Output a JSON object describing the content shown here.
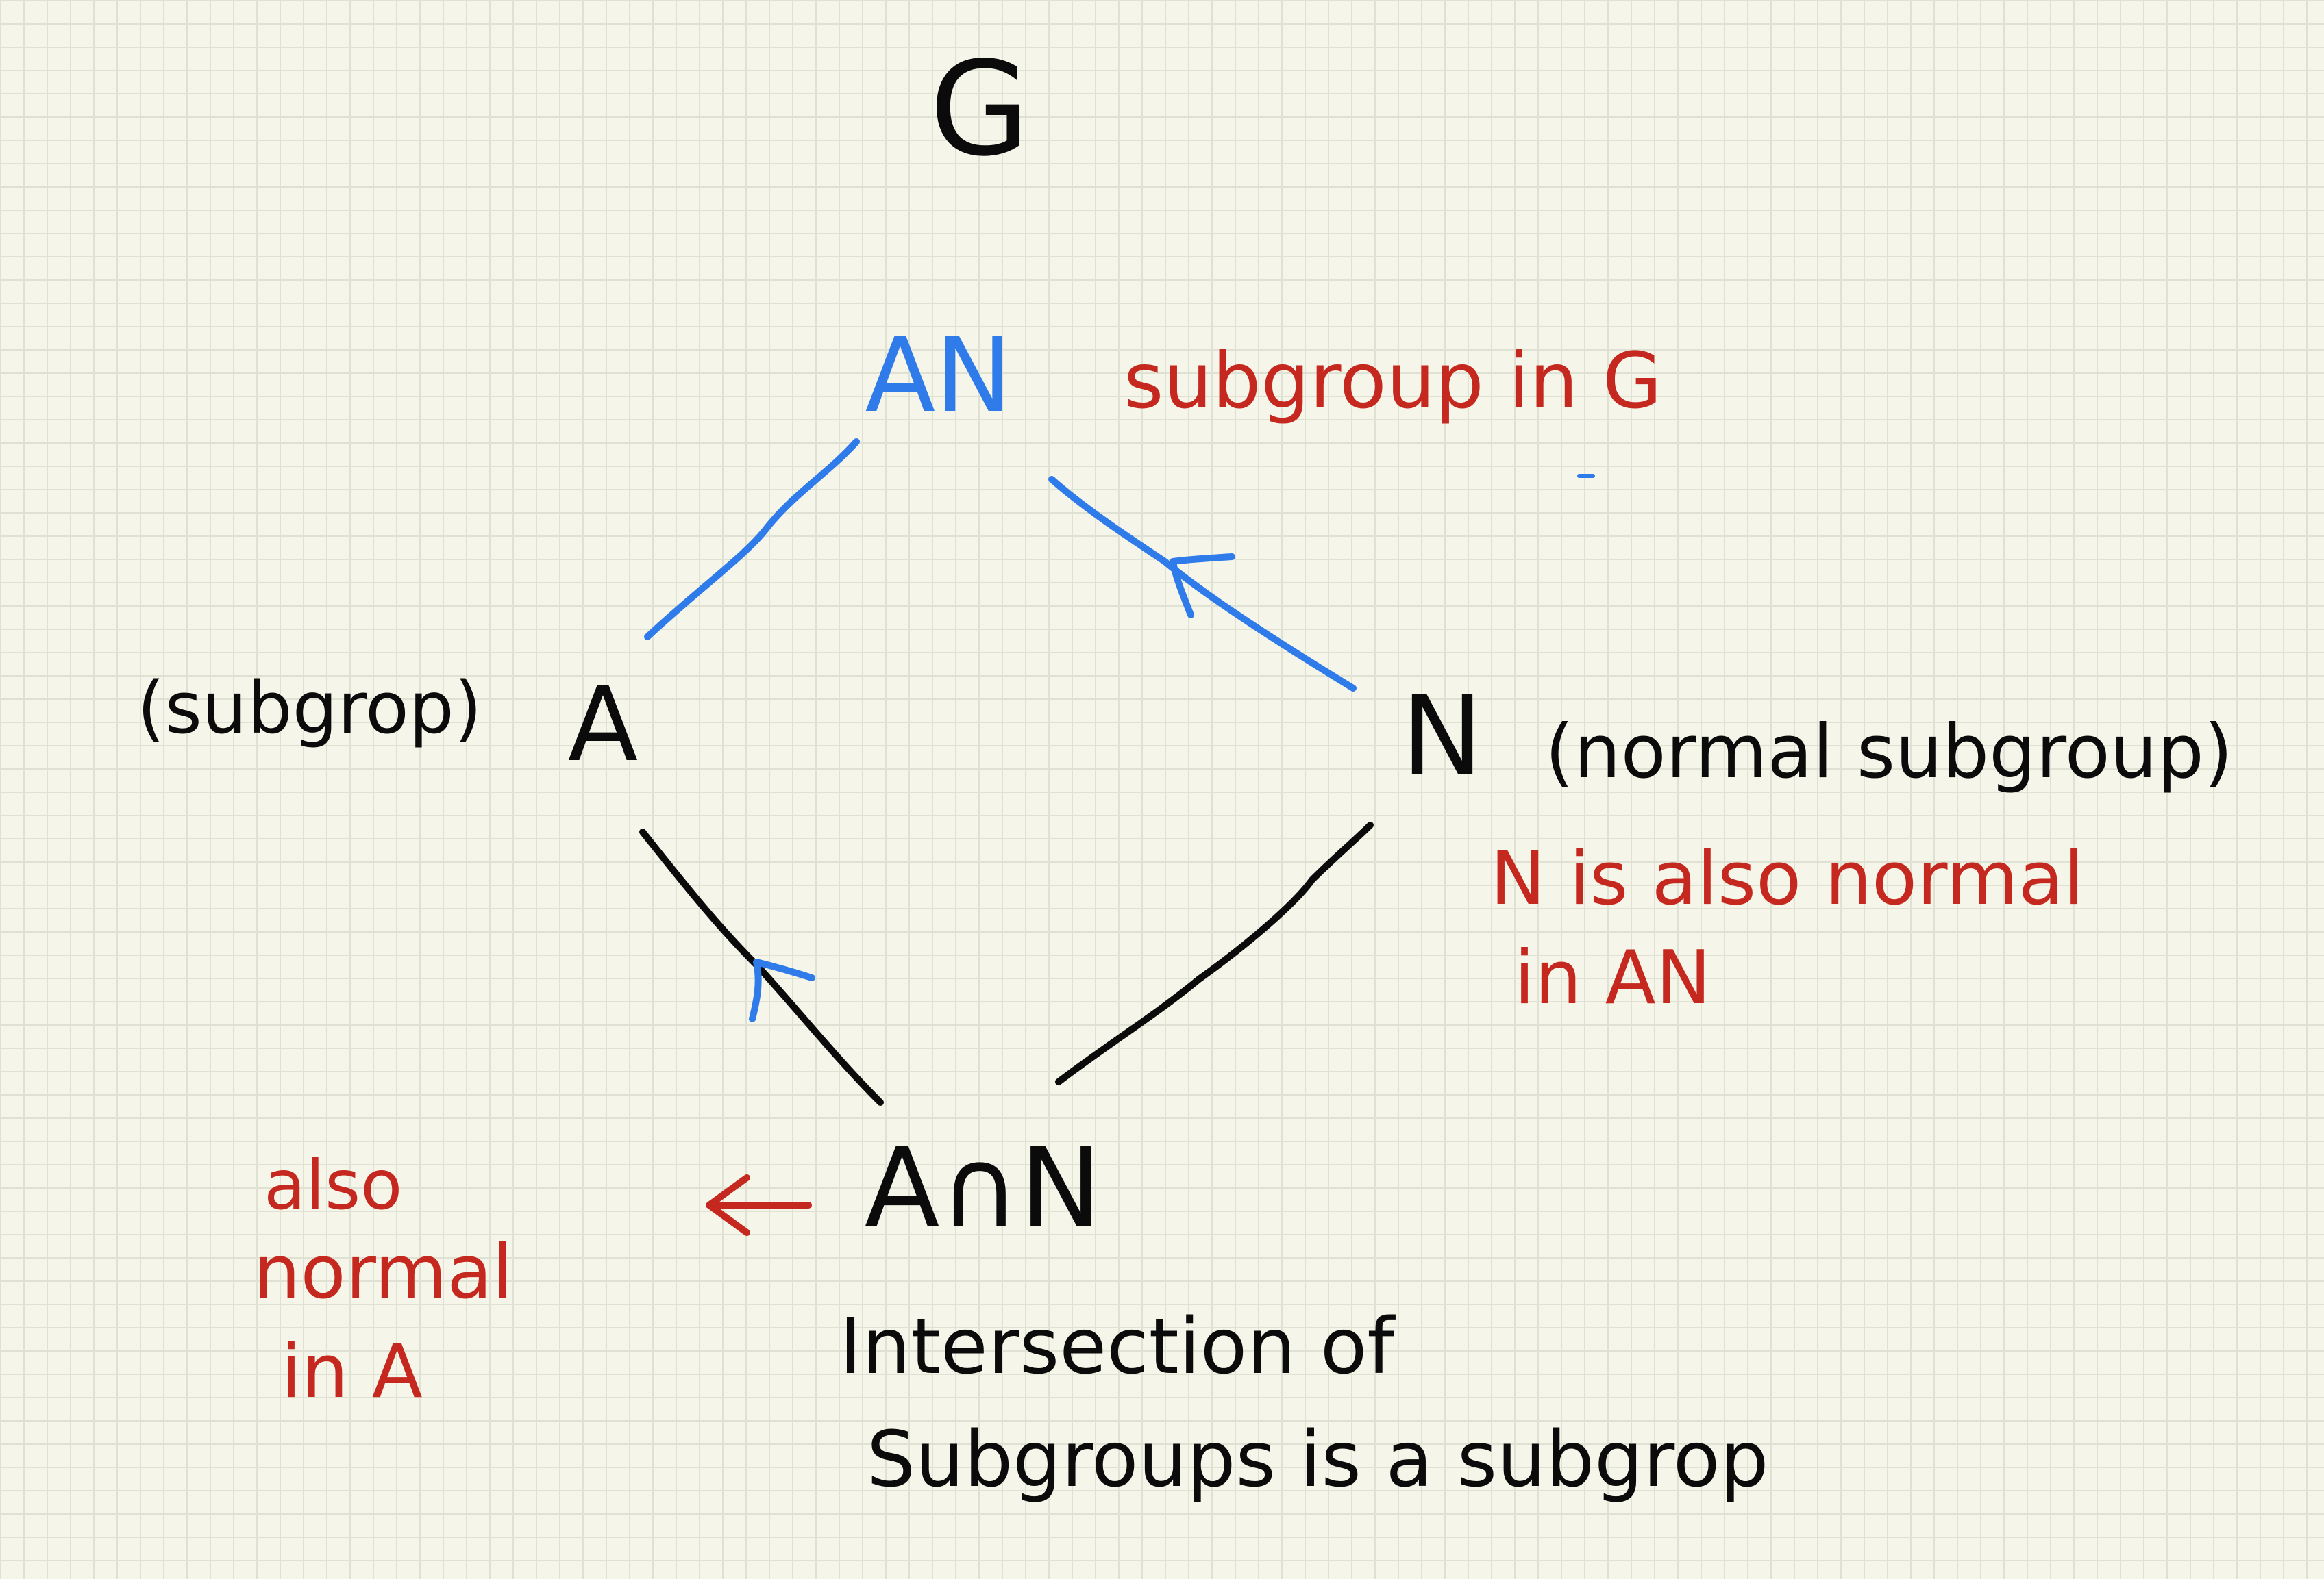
{
  "nodes": {
    "top": "G",
    "join": "AN",
    "left": "A",
    "right": "N",
    "bottom": "A∩N"
  },
  "notes": {
    "join_note": "subgroup in G",
    "left_note": "(subgrop)",
    "right_note": "(normal subgroup)",
    "right_red_line1": "N is also normal",
    "right_red_line2": "in AN",
    "left_red_line1": "also",
    "left_red_line2": "normal",
    "left_red_line3": "in A",
    "bottom_line1": "Intersection of",
    "bottom_line2": "Subgroups is a subgrop"
  },
  "colors": {
    "paper": "#f6f5e9",
    "grid": "#dfe2d3",
    "black_ink": "#0b0b0b",
    "blue_ink": "#2f7bea",
    "red_ink": "#c5281f"
  }
}
